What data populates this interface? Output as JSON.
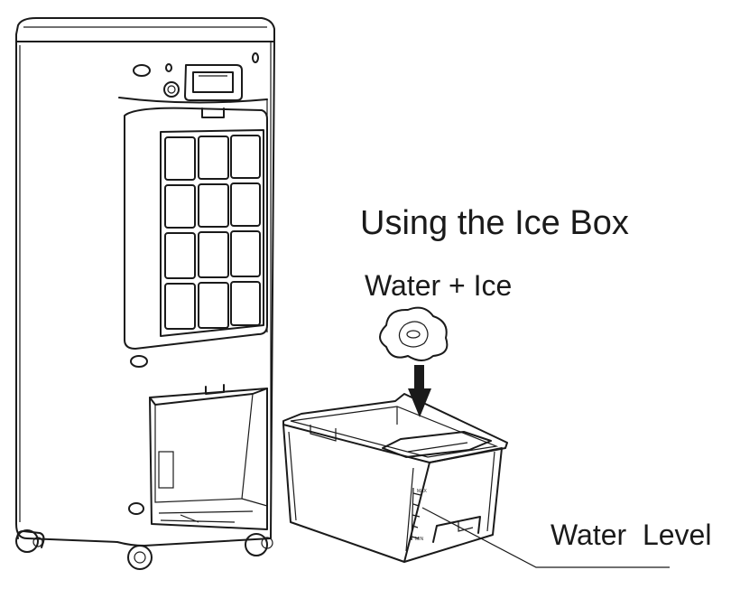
{
  "title": "Using the Ice Box",
  "callouts": {
    "water_ice": "Water + Ice",
    "water_level": "Water  Level"
  },
  "tank_markings": {
    "max": "MAX",
    "min": "MIN"
  },
  "colors": {
    "line": "#1a1a1a",
    "background": "#ffffff",
    "filter": "#ffffff"
  }
}
